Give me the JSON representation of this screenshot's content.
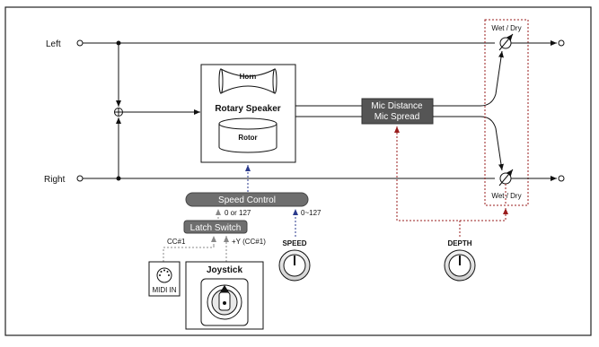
{
  "inputs": {
    "left": "Left",
    "right": "Right"
  },
  "rotary": {
    "horn": "Horn",
    "title": "Rotary Speaker",
    "rotor": "Rotor"
  },
  "mic": {
    "line1": "Mic Distance",
    "line2": "Mic Spread"
  },
  "wetdry": {
    "top": "Wet / Dry",
    "bottom": "Wet / Dry"
  },
  "speed_control": {
    "label": "Speed Control",
    "val_left": "0 or 127",
    "val_right": "0~127"
  },
  "latch": {
    "label": "Latch Switch",
    "cc1": "CC#1",
    "plus_y": "+Y (CC#1)"
  },
  "knobs": {
    "speed": "SPEED",
    "depth": "DEPTH"
  },
  "midi": {
    "label": "MIDI IN"
  },
  "joystick": {
    "label": "Joystick"
  },
  "colors": {
    "mod_blue": "#2a3a8c",
    "mod_red": "#9a1c1c",
    "box_dark": "#555555",
    "pill_gray": "#6e6e6e"
  }
}
